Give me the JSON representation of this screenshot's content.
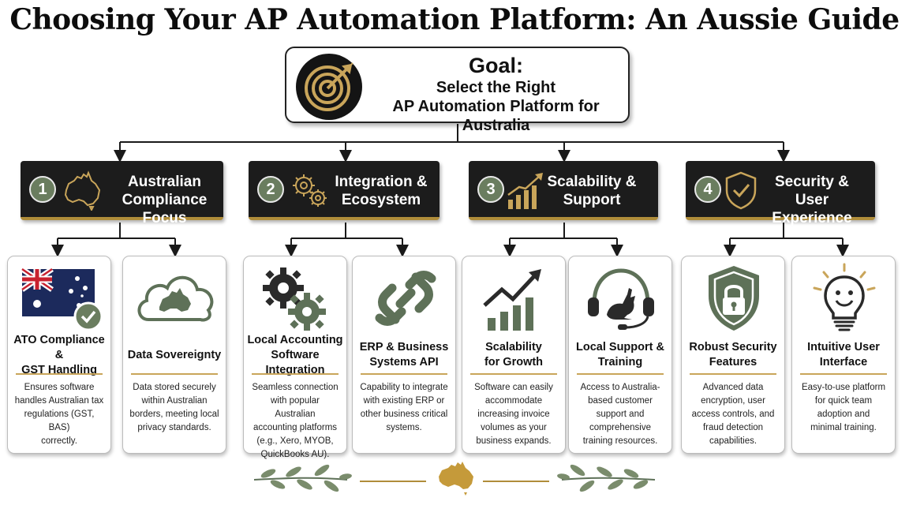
{
  "title": "Choosing Your AP Automation Platform: An Aussie Guide",
  "goal": {
    "heading": "Goal:",
    "line1": "Select the Right",
    "line2": "AP Automation Platform for Australia",
    "icon": "target-icon"
  },
  "categories": [
    {
      "number": "1",
      "label_line1": "Australian",
      "label_line2": "Compliance Focus",
      "icon": "australia-map-icon"
    },
    {
      "number": "2",
      "label_line1": "Integration &",
      "label_line2": "Ecosystem",
      "icon": "gears-icon"
    },
    {
      "number": "3",
      "label_line1": "Scalability &",
      "label_line2": "Support",
      "icon": "growth-chart-icon"
    },
    {
      "number": "4",
      "label_line1": "Security &",
      "label_line2": "User Experience",
      "icon": "shield-check-icon"
    }
  ],
  "cards": [
    {
      "title_line1": "ATO Compliance &",
      "title_line2": "GST Handling",
      "desc": [
        "Ensures software",
        "handles Australian tax",
        "regulations (GST, BAS)",
        "correctly."
      ],
      "icon": "australian-flag-check-icon"
    },
    {
      "title_line1": "Data Sovereignty",
      "title_line2": "",
      "desc": [
        "Data stored securely",
        "within Australian",
        "borders, meeting local",
        "privacy standards."
      ],
      "icon": "cloud-australia-icon"
    },
    {
      "title_line1": "Local Accounting",
      "title_line2": "Software Integration",
      "desc": [
        "Seamless connection",
        "with popular Australian",
        "accounting platforms",
        "(e.g., Xero, MYOB,",
        "QuickBooks AU)."
      ],
      "icon": "gears-integration-icon"
    },
    {
      "title_line1": "ERP & Business",
      "title_line2": "Systems API",
      "desc": [
        "Capability to integrate",
        "with existing ERP or",
        "other business critical",
        "systems."
      ],
      "icon": "chain-link-icon"
    },
    {
      "title_line1": "Scalability",
      "title_line2": "for Growth",
      "desc": [
        "Software can easily",
        "accommodate",
        "increasing invoice",
        "volumes as your",
        "business expands."
      ],
      "icon": "bar-chart-arrow-icon"
    },
    {
      "title_line1": "Local Support &",
      "title_line2": "Training",
      "desc": [
        "Access to Australia-",
        "based customer",
        "support and",
        "comprehensive",
        "training resources."
      ],
      "icon": "kangaroo-headset-icon"
    },
    {
      "title_line1": "Robust Security",
      "title_line2": "Features",
      "desc": [
        "Advanced data",
        "encryption, user",
        "access controls, and",
        "fraud detection",
        "capabilities."
      ],
      "icon": "shield-lock-icon"
    },
    {
      "title_line1": "Intuitive User",
      "title_line2": "Interface",
      "desc": [
        "Easy-to-use platform",
        "for quick team",
        "adoption and",
        "minimal training."
      ],
      "icon": "smiling-lightbulb-icon"
    }
  ],
  "colors": {
    "category_bg": "#1c1c1c",
    "accent_gold": "#b08d3a",
    "icon_green": "#5e7158",
    "circle_green": "#6a7d5f",
    "text_dark": "#111111"
  },
  "footer": {
    "icons": [
      "olive-branch-left-icon",
      "australia-map-gold-icon",
      "olive-branch-right-icon"
    ]
  }
}
